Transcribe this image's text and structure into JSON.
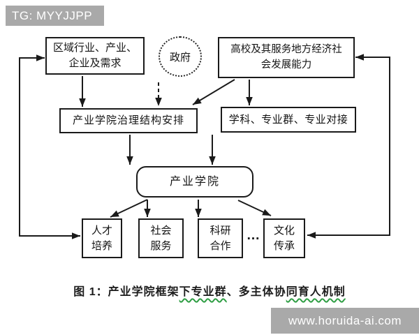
{
  "badge": {
    "text": "TG: MYYJJPP"
  },
  "watermark": {
    "text": "www.horuida-ai.com"
  },
  "diagram": {
    "region_industry": {
      "line1": "区域行业、产业、",
      "line2": "企业及需求"
    },
    "government": {
      "label": "政府"
    },
    "university": {
      "line1": "高校及其服务地方经济社",
      "line2": "会发展能力"
    },
    "governance": {
      "label": "产业学院治理结构安排"
    },
    "majors": {
      "label": "学科、专业群、专业对接"
    },
    "college": {
      "label": "产业学院"
    },
    "talent": {
      "line1": "人才",
      "line2": "培养"
    },
    "service": {
      "line1": "社会",
      "line2": "服务"
    },
    "research": {
      "line1": "科研",
      "line2": "合作"
    },
    "culture": {
      "line1": "文化",
      "line2": "传承"
    },
    "ellipsis": "..."
  },
  "caption": {
    "p1": "图 1：产业学院框架",
    "p2": "下专业群",
    "p3": "、多主体协",
    "p4": "同育人机制"
  },
  "colors": {
    "line": "#1a1a1a",
    "badge_bg": "#a9a9a9",
    "watermark_bg": "#a9a9a9",
    "squiggle": "#2f9e44"
  }
}
